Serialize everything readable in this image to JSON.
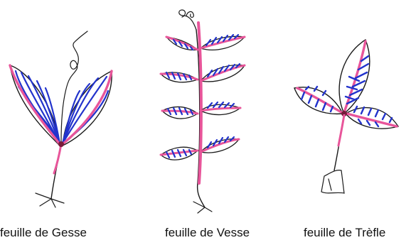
{
  "captions": {
    "gesse": "feuille de Gesse",
    "vesse": "feuille de Vesse",
    "trefle": "feuille de Trèfle"
  },
  "colors": {
    "outline": "#1a1a1a",
    "vein_pink": "#e8559a",
    "stripes_blue": "#2233cc",
    "node": "#7a1a3a",
    "background": "#ffffff"
  }
}
